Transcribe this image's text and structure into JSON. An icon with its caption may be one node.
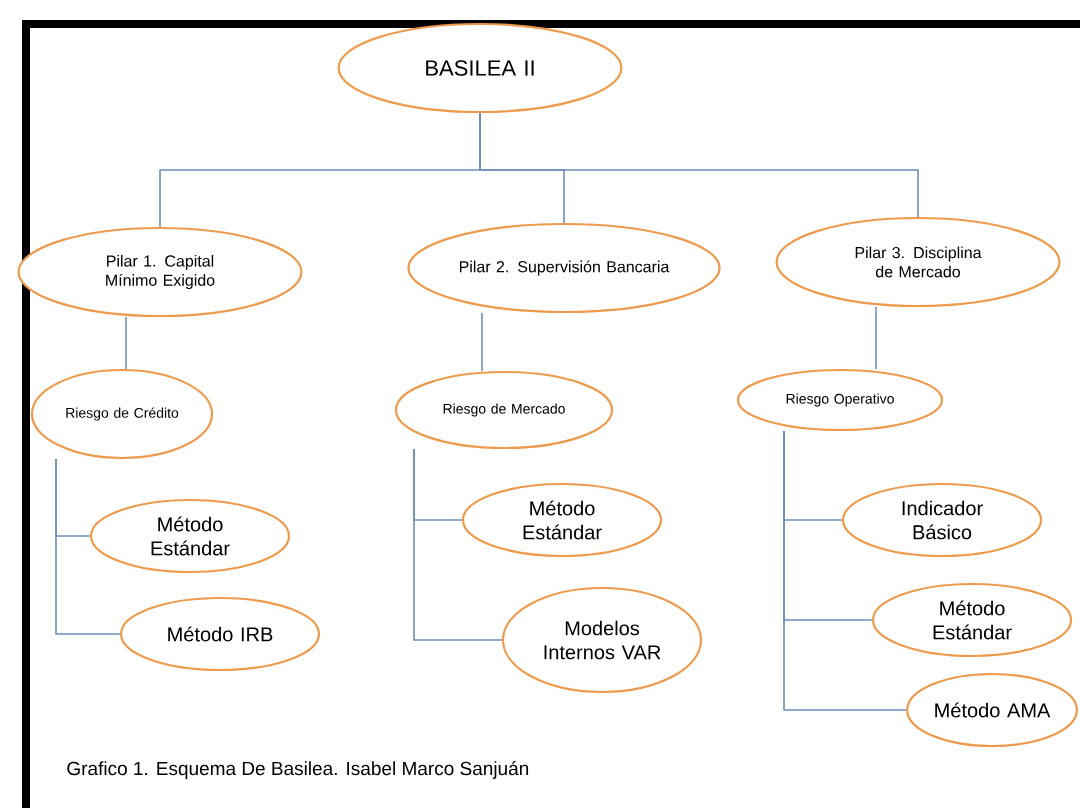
{
  "diagram": {
    "caption": "Grafico 1. Esquema De Basilea. Isabel Marco Sanjuán",
    "nodes": [
      {
        "text": [
          "BASILEA II"
        ]
      },
      {
        "text": [
          "Pilar 1. Capital Mínimo Exigido"
        ]
      },
      {
        "text": [
          "Pilar 2. Supervisión Bancaria"
        ]
      },
      {
        "text": [
          "Pilar 3. Disciplina de Mercado"
        ]
      },
      {
        "text": [
          "Riesgo de Crédito"
        ]
      },
      {
        "text": [
          "Riesgo de Mercado"
        ]
      },
      {
        "text": [
          "Riesgo Operativo"
        ]
      },
      {
        "text": [
          "Método Estándar"
        ]
      },
      {
        "text": [
          "Método IRB"
        ]
      },
      {
        "text": [
          "Método Estándar"
        ]
      },
      {
        "text": [
          "Modelos Internos VAR"
        ]
      },
      {
        "text": [
          "Indicador Básico"
        ]
      },
      {
        "text": [
          "Método Estándar"
        ]
      },
      {
        "text": [
          "Método AMA"
        ]
      }
    ],
    "edges": [
      {
        "from": 0,
        "to": 1,
        "arrow": "none"
      },
      {
        "from": 0,
        "to": 2,
        "arrow": "none"
      },
      {
        "from": 0,
        "to": 3,
        "arrow": "none"
      },
      {
        "from": 1,
        "to": 4,
        "arrow": "none"
      },
      {
        "from": 2,
        "to": 5,
        "arrow": "none"
      },
      {
        "from": 3,
        "to": 6,
        "arrow": "none"
      },
      {
        "from": 4,
        "to": 7,
        "arrow": "none"
      },
      {
        "from": 4,
        "to": 8,
        "arrow": "none"
      },
      {
        "from": 5,
        "to": 9,
        "arrow": "none"
      },
      {
        "from": 5,
        "to": 10,
        "arrow": "none"
      },
      {
        "from": 6,
        "to": 11,
        "arrow": "none"
      },
      {
        "from": 6,
        "to": 12,
        "arrow": "none"
      },
      {
        "from": 6,
        "to": 13,
        "arrow": "none"
      }
    ]
  }
}
